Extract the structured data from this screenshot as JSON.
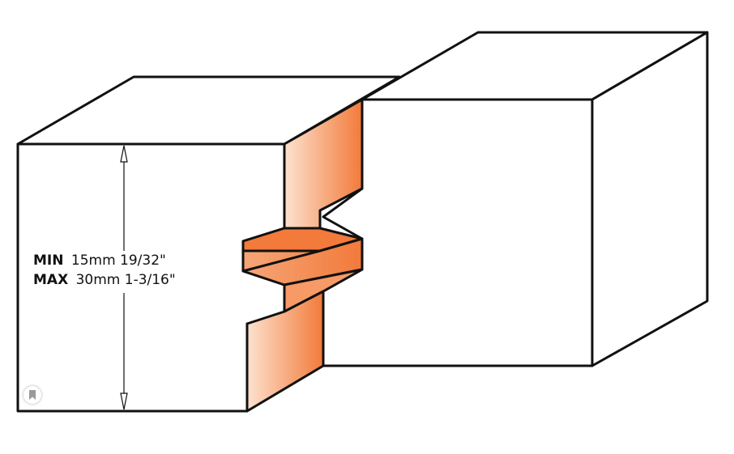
{
  "dimension": {
    "min_label": "MIN",
    "min_value": "15mm  19/32\"",
    "max_label": "MAX",
    "max_value": "30mm 1-3/16\""
  },
  "colors": {
    "profile_dark": "#f27a3a",
    "profile_light": "#fde2cf",
    "outline": "#111111"
  },
  "badge_icon": "bookmark-icon"
}
